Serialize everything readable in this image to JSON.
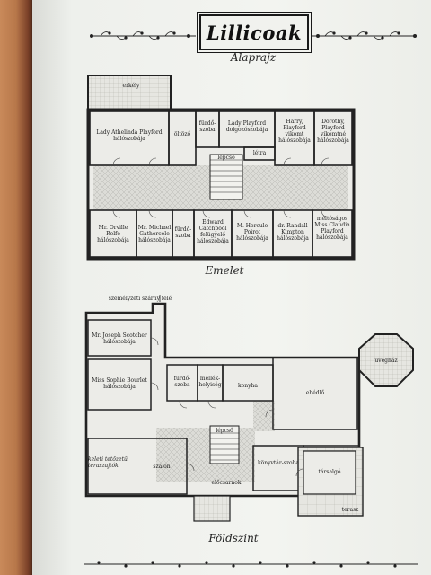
{
  "header": {
    "title": "Lillicoak",
    "subtitle": "Alaprajz"
  },
  "upper_floor": {
    "caption": "Emelet",
    "rooms": {
      "balcony": "erkély",
      "lady_athelinda": "Lady Athelinda Playford hálószobája",
      "dressing_room": "öltöző",
      "bathroom": "fürdő-szoba",
      "lady_playford_study": "Lady Playford dolgozószobája",
      "stairs": "lépcső",
      "harry": "Harry, Playford vikomt hálószobája",
      "dorothy": "Dorothy, Playford vikomtné hálószobája",
      "ladder": "létra",
      "orville": "Mr. Orville Rolfe hálószobája",
      "michael": "Mr. Michael Gathercole hálószobája",
      "washroom": "fürdő-szoba",
      "edward": "Edward Catchpool felügyelő hálószobája",
      "hercule": "M. Hercule Poirot hálószobája",
      "randall": "dr. Randall Kimpton hálószobája",
      "claudia": "méltóságos Miss Claudia Playford hálószobája"
    }
  },
  "ground_floor": {
    "caption": "Földszint",
    "rooms": {
      "servant_wing": "személyzeti szárny felé",
      "joseph": "Mr. Joseph Scotcher hálószobája",
      "sophie": "Miss Sophie Bourlet hálószobája",
      "bathroom": "fürdő-szoba",
      "side_room": "mellék-helyiség",
      "kitchen": "konyha",
      "greenhouse": "üvegház",
      "dining": "ebédlő",
      "stairs": "lépcső",
      "terrace_left": "keleti tetőzetű teraszajtók",
      "salon": "szalon",
      "hall": "előcsarnok",
      "library": "könyvtár-szoba",
      "lounge": "társalgó",
      "terrace": "terasz"
    }
  }
}
